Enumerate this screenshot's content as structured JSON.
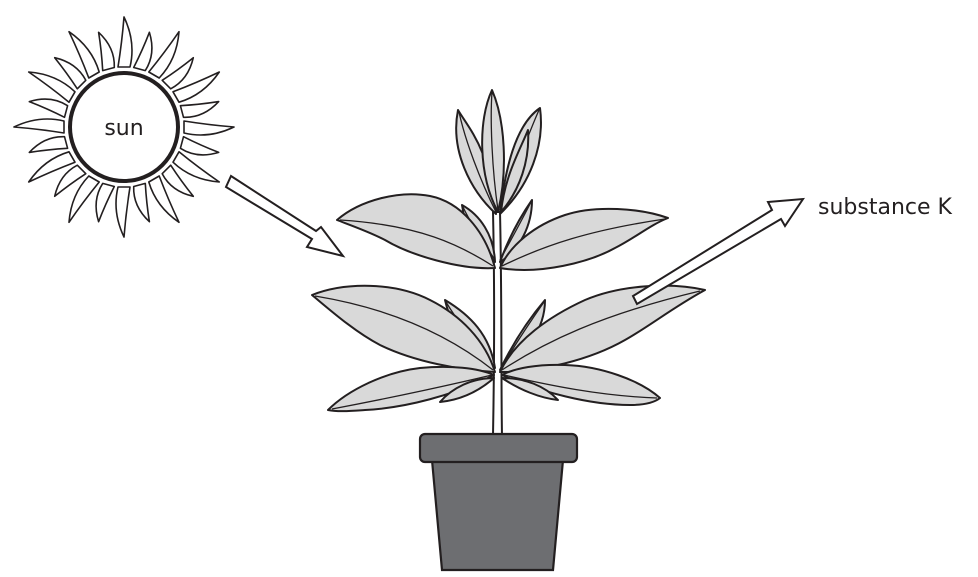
{
  "labels": {
    "sun": "sun",
    "substance": "substance K"
  },
  "colors": {
    "outline": "#231f20",
    "leaf_fill": "#d9d9d9",
    "pot_fill": "#6d6e71",
    "background": "#ffffff"
  },
  "elements": {
    "sun": "sun-icon",
    "plant": "plant-illustration",
    "pot": "plant-pot",
    "arrow_in": "sunlight-arrow",
    "arrow_out": "substance-k-arrow"
  }
}
